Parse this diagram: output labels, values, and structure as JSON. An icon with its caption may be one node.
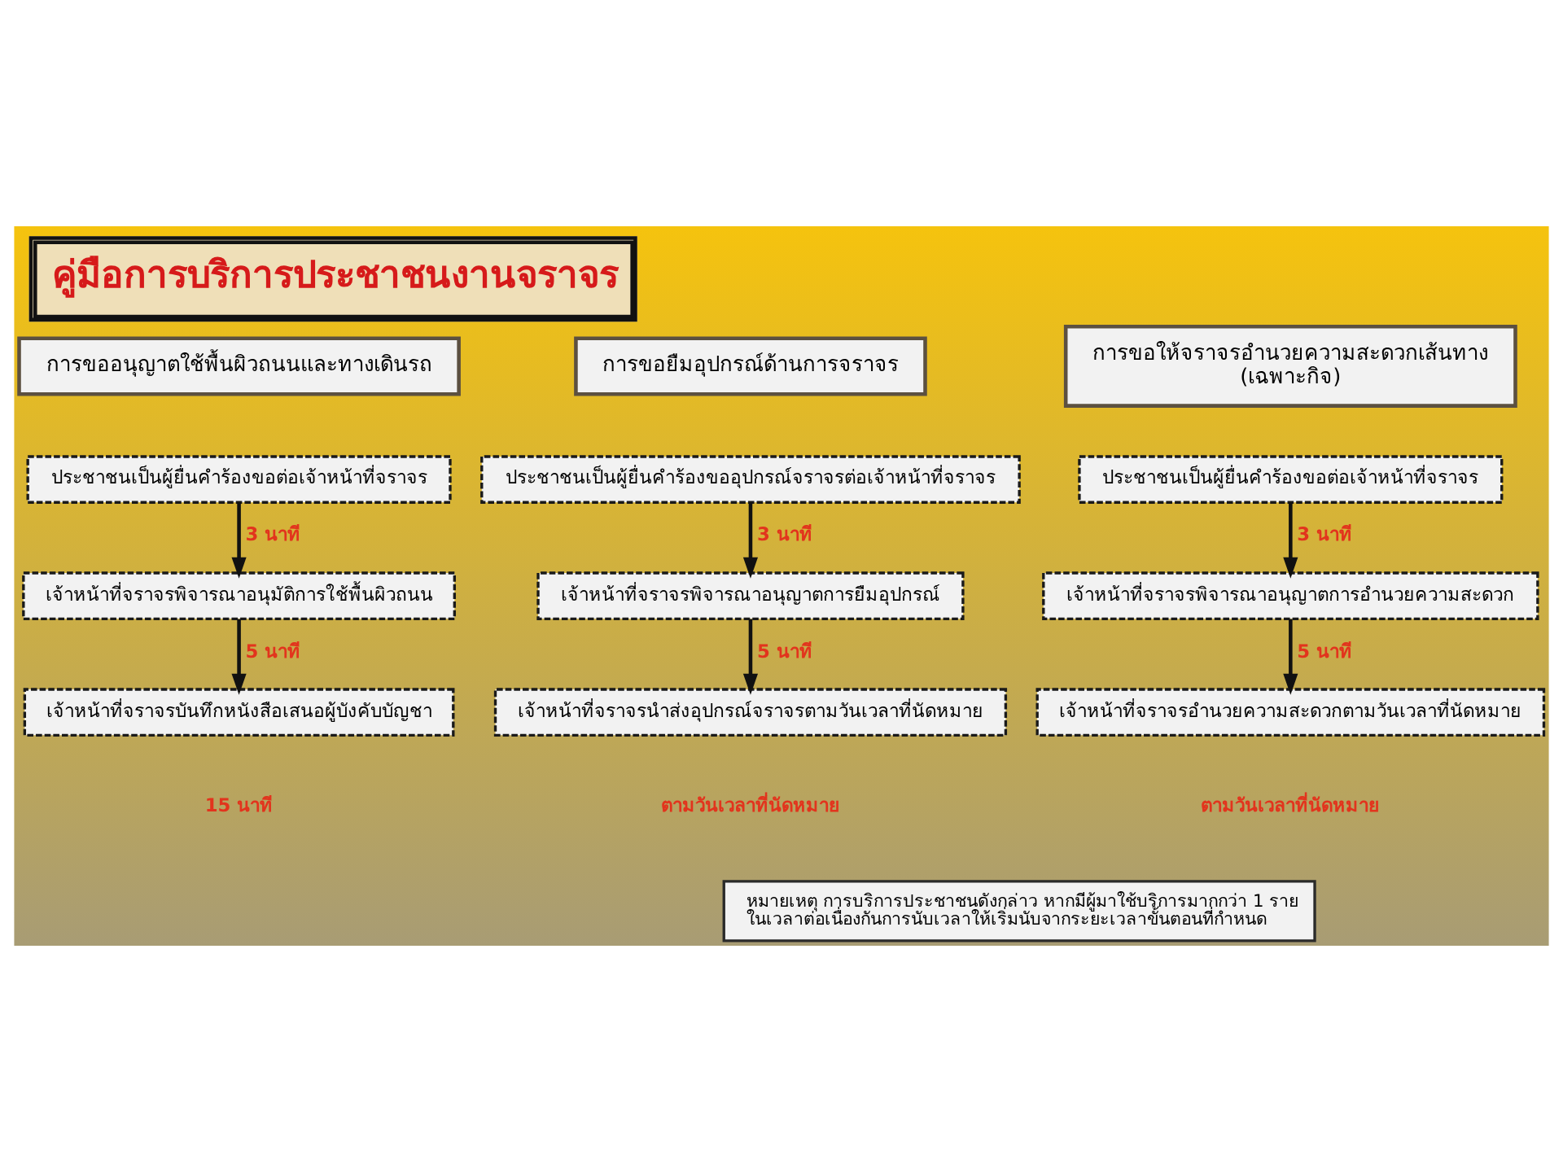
{
  "diagram": {
    "title": "คู่มือการบริการประชาชนงานจราจร",
    "nodes": [
      {
        "text": [
          "การขออนุญาตใช้พื้นผิวถนนและทางเดินรถ"
        ]
      },
      {
        "text": [
          "ประชาชนเป็นผู้ยื่นคำร้องขอต่อเจ้าหน้าที่จราจร"
        ]
      },
      {
        "text": [
          "เจ้าหน้าที่จราจรพิจารณาอนุมัติการใช้พื้นผิวถนน"
        ]
      },
      {
        "text": [
          "เจ้าหน้าที่จราจรบันทึกหนังสือเสนอผู้บังคับบัญชา"
        ],
        "beside": [
          "15 นาที"
        ]
      },
      {
        "text": [
          "การขอยืมอุปกรณ์ด้านการจราจร"
        ]
      },
      {
        "text": [
          "ประชาชนเป็นผู้ยื่นคำร้องขออุปกรณ์จราจรต่อเจ้าหน้าที่จราจร"
        ]
      },
      {
        "text": [
          "เจ้าหน้าที่จราจรพิจารณาอนุญาตการยืมอุปกรณ์"
        ]
      },
      {
        "text": [
          "เจ้าหน้าที่จราจรนำส่งอุปกรณ์จราจรตามวันเวลาที่นัดหมาย"
        ],
        "beside": [
          "ตามวันเวลาที่นัดหมาย"
        ]
      },
      {
        "text": [
          "การขอให้จราจรอำนวยความสะดวกเส้นทาง (เฉพาะกิจ)"
        ]
      },
      {
        "text": [
          "ประชาชนเป็นผู้ยื่นคำร้องขอต่อเจ้าหน้าที่จราจร"
        ]
      },
      {
        "text": [
          "เจ้าหน้าที่จราจรพิจารณาอนุญาตการอำนวยความสะดวก"
        ]
      },
      {
        "text": [
          "เจ้าหน้าที่จราจรอำนวยความสะดวกตามวันเวลาที่นัดหมาย"
        ],
        "beside": [
          "ตามวันเวลาที่นัดหมาย"
        ]
      },
      {
        "text": [
          "หมายเหตุ การบริการประชาชนดังกล่าว หากมีผู้มาใช้บริการมากกว่า 1 ราย ในเวลาต่อเนื่องกันการนับเวลาให้เริ่มนับจากระยะเวลาขั้นตอนที่กำหนด"
        ]
      }
    ],
    "edges": [
      {
        "from": 1,
        "to": 2,
        "arrow": "to",
        "label": "3 นาที"
      },
      {
        "from": 2,
        "to": 3,
        "arrow": "to",
        "label": "5 นาที"
      },
      {
        "from": 5,
        "to": 6,
        "arrow": "to",
        "label": "3 นาที"
      },
      {
        "from": 6,
        "to": 7,
        "arrow": "to",
        "label": "5 นาที"
      },
      {
        "from": 9,
        "to": 10,
        "arrow": "to",
        "label": "3 นาที"
      },
      {
        "from": 10,
        "to": 11,
        "arrow": "to",
        "label": "5 นาที"
      }
    ]
  }
}
